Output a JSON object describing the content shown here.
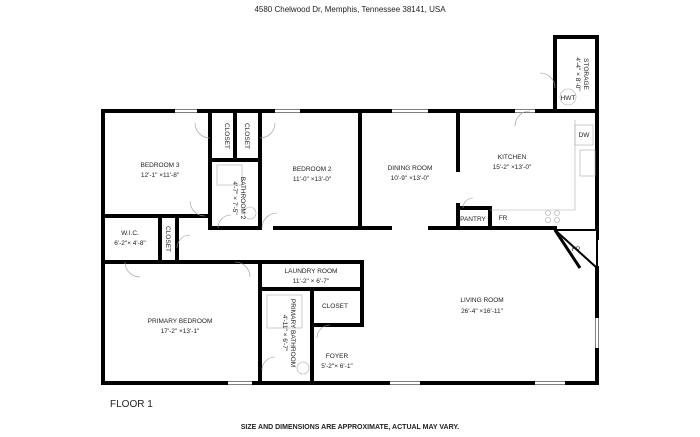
{
  "address": "4580 Chelwood Dr, Memphis, Tennessee 38141, USA",
  "floor_label": "FLOOR 1",
  "disclaimer": "SIZE AND DIMENSIONS ARE APPROXIMATE, ACTUAL MAY VARY.",
  "rooms": {
    "bedroom3": {
      "name": "BEDROOM 3",
      "dims": "12'-1\" ×11'-8\""
    },
    "bedroom2": {
      "name": "BEDROOM 2",
      "dims": "11'-0\" ×13'-0\""
    },
    "closet1": {
      "name": "CLOSET"
    },
    "closet2": {
      "name": "CLOSET"
    },
    "bathroom2": {
      "name": "BATHROOM 2",
      "dims": "4'-7\" × 7'-5\""
    },
    "dining": {
      "name": "DINING ROOM",
      "dims": "10'-9\" ×13'-0\""
    },
    "kitchen": {
      "name": "KITCHEN",
      "dims": "15'-2\" ×13'-0\""
    },
    "storage": {
      "name": "STORAGE",
      "dims": "4'-4\" × 8'-0\""
    },
    "hwt": "HWT",
    "dw": "DW",
    "fr": "FR",
    "pantry": "PANTRY",
    "fp": "FP",
    "wic": {
      "name": "W.I.C.",
      "dims": "6'-2\"× 4'-8\""
    },
    "closet3": {
      "name": "CLOSET"
    },
    "laundry": {
      "name": "LAUNDRY ROOM",
      "dims": "11'-2\" × 6'-7\""
    },
    "living": {
      "name": "LIVING ROOM",
      "dims": "26'-4\" ×16'-11\""
    },
    "primary_bedroom": {
      "name": "PRIMARY BEDROOM",
      "dims": "17'-2\" ×13'-1\""
    },
    "primary_bath": {
      "name": "PRIMARY BATHROOM",
      "dims": "4'-11\" × 6'-7\""
    },
    "closet4": {
      "name": "CLOSET"
    },
    "foyer": {
      "name": "FOYER",
      "dims": "5'-2\"× 6'-1\""
    }
  }
}
